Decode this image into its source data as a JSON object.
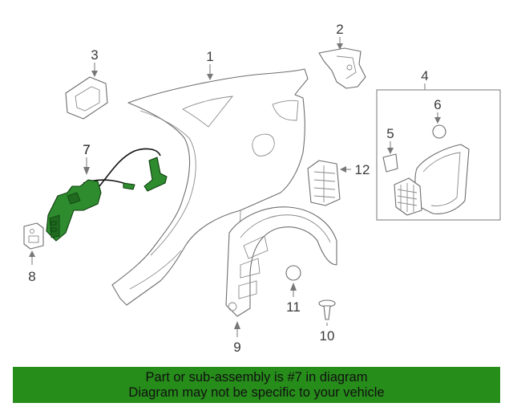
{
  "diagram": {
    "callouts": {
      "c1": "1",
      "c2": "2",
      "c3": "3",
      "c4": "4",
      "c5": "5",
      "c6": "6",
      "c7": "7",
      "c8": "8",
      "c9": "9",
      "c10": "10",
      "c11": "11",
      "c12": "12"
    },
    "highlighted_callout": "7",
    "highlight_color": "#268c1a"
  },
  "banner": {
    "line1": "Part or sub-assembly is #7 in diagram",
    "line2": "Diagram may not be specific to your vehicle"
  }
}
